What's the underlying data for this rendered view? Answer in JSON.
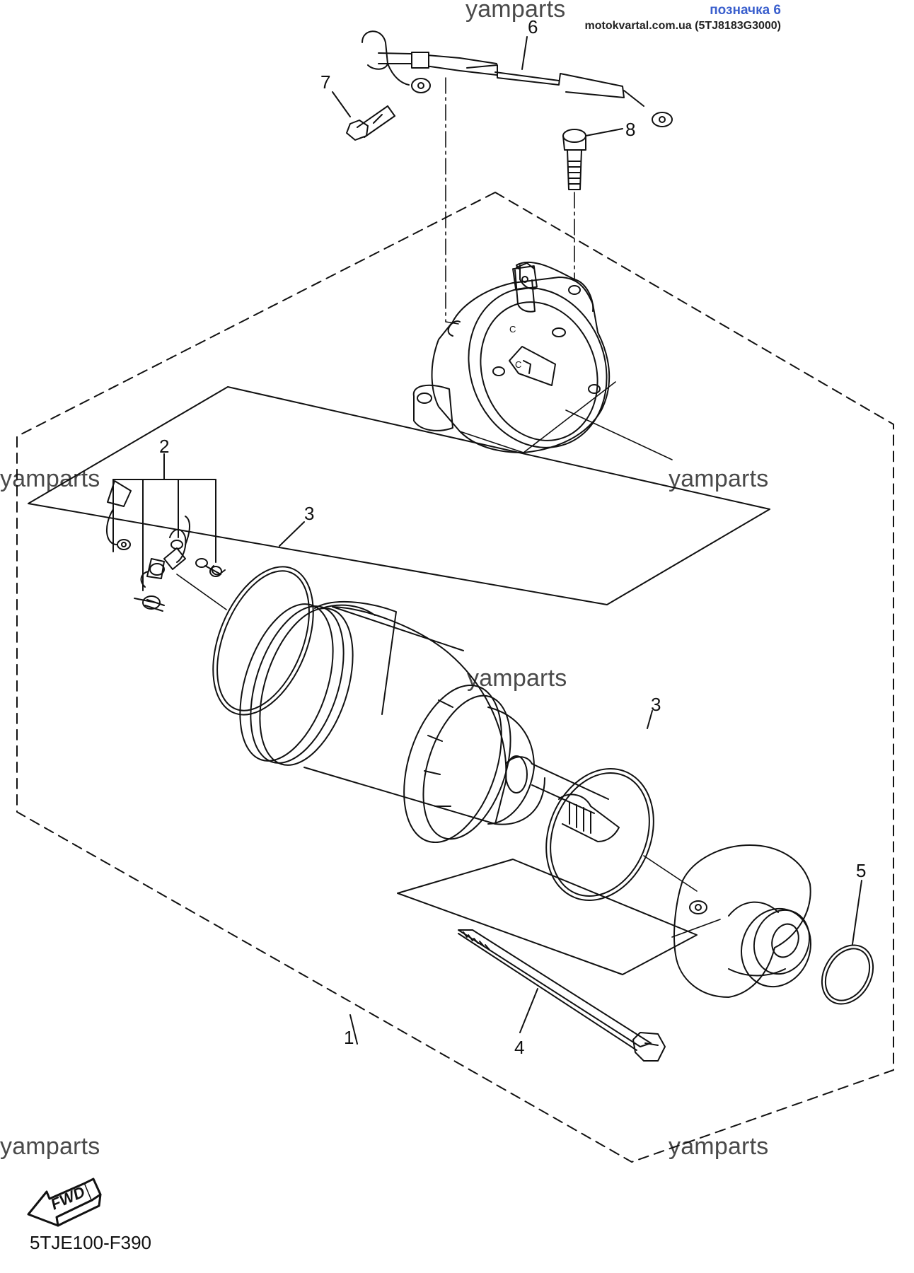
{
  "header": {
    "title": "позначка 6",
    "site": "motokvartal.com.ua (5TJ8183G3000)"
  },
  "watermarks": [
    "yamparts",
    "yamparts",
    "yamparts",
    "yamparts",
    "yamparts",
    "yamparts"
  ],
  "part_numbers": [
    "1",
    "2",
    "3",
    "3",
    "4",
    "5",
    "6",
    "7",
    "8"
  ],
  "fwd_label": "FWD",
  "diagram_code": "5TJE100-F390"
}
